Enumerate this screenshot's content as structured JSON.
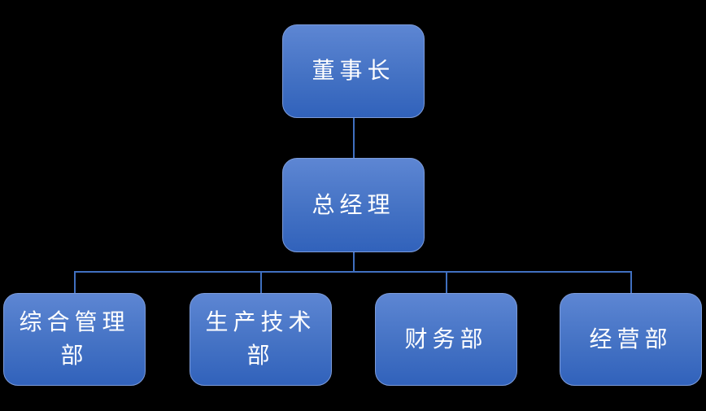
{
  "diagram": {
    "type": "org-chart",
    "colors": {
      "background": "#000000",
      "node_fill_top": "#5d86d3",
      "node_fill_bottom": "#3162bb",
      "node_border": "#7c9bd9",
      "node_text": "#ffffff",
      "connector": "#4070c0"
    },
    "nodes": [
      {
        "id": "chairman",
        "label": "董事长",
        "level": 1,
        "reports_to": null
      },
      {
        "id": "general-manager",
        "label": "总经理",
        "level": 2,
        "reports_to": "chairman"
      },
      {
        "id": "dept-general-admin",
        "label": "综合管理部",
        "level": 3,
        "reports_to": "general-manager"
      },
      {
        "id": "dept-production-tech",
        "label": "生产技术部",
        "level": 3,
        "reports_to": "general-manager"
      },
      {
        "id": "dept-finance",
        "label": "财务部",
        "level": 3,
        "reports_to": "general-manager"
      },
      {
        "id": "dept-operations",
        "label": "经营部",
        "level": 3,
        "reports_to": "general-manager"
      }
    ],
    "edges": [
      {
        "from": "chairman",
        "to": "general-manager"
      },
      {
        "from": "general-manager",
        "to": "dept-general-admin"
      },
      {
        "from": "general-manager",
        "to": "dept-production-tech"
      },
      {
        "from": "general-manager",
        "to": "dept-finance"
      },
      {
        "from": "general-manager",
        "to": "dept-operations"
      }
    ]
  }
}
